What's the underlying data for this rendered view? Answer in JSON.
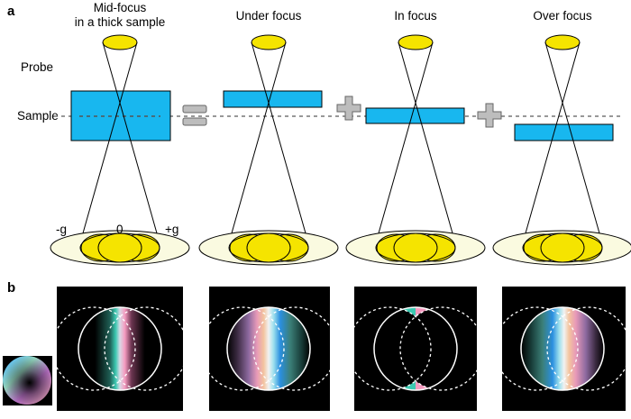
{
  "panels": {
    "a": "a",
    "b": "b"
  },
  "left_labels": {
    "probe": "Probe",
    "sample": "Sample"
  },
  "column_titles": {
    "mid_line1": "Mid-focus",
    "mid_line2": "in a thick sample",
    "under": "Under focus",
    "in": "In focus",
    "over": "Over focus"
  },
  "beam_labels": {
    "minus_g": "-g",
    "zero": "0",
    "plus_g": "+g"
  },
  "operators": {
    "equals": "=",
    "plus": "+"
  },
  "colors": {
    "sample": "#18b7ef",
    "aperture": "#f5e400",
    "diffraction_disk": "#fafae0",
    "operator_gray": "#bdbdbd",
    "dashed_line": "#777777",
    "teal": "#3cc9b2",
    "pink": "#f59bc0"
  },
  "icons": [
    "equals-icon",
    "plus-icon",
    "plus-icon",
    "color-wheel-icon"
  ]
}
